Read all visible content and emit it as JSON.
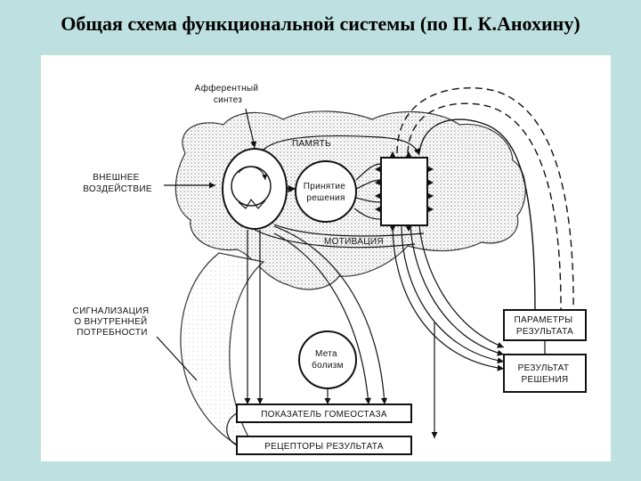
{
  "title": "Общая схема функциональной системы (по П. К.Анохину)",
  "diagram": {
    "afferent_synthesis": [
      "Афферентный",
      "синтез"
    ],
    "memory": "ПАМЯТЬ",
    "decision": [
      "Принятие",
      "решения"
    ],
    "motivation": "МОТИВАЦИЯ",
    "external_influence": [
      "ВНЕШНЕЕ",
      "ВОЗДЕЙСТВИЕ"
    ],
    "need_signaling": [
      "СИГНАЛИЗАЦИЯ",
      "О ВНУТРЕННЕЙ",
      "ПОТРЕБНОСТИ"
    ],
    "metabolism": [
      "Мета",
      "болизм"
    ],
    "result_parameters": [
      "ПАРАМЕТРЫ",
      "РЕЗУЛЬТАТА"
    ],
    "decision_results": [
      "РЕЗУЛЬТАТ",
      "РЕШЕНИЯ"
    ],
    "homeostasis_indicator": "ПОКАЗАТЕЛЬ ГОМЕОСТАЗА",
    "result_receptors": "РЕЦЕПТОРЫ РЕЗУЛЬТАТА"
  }
}
